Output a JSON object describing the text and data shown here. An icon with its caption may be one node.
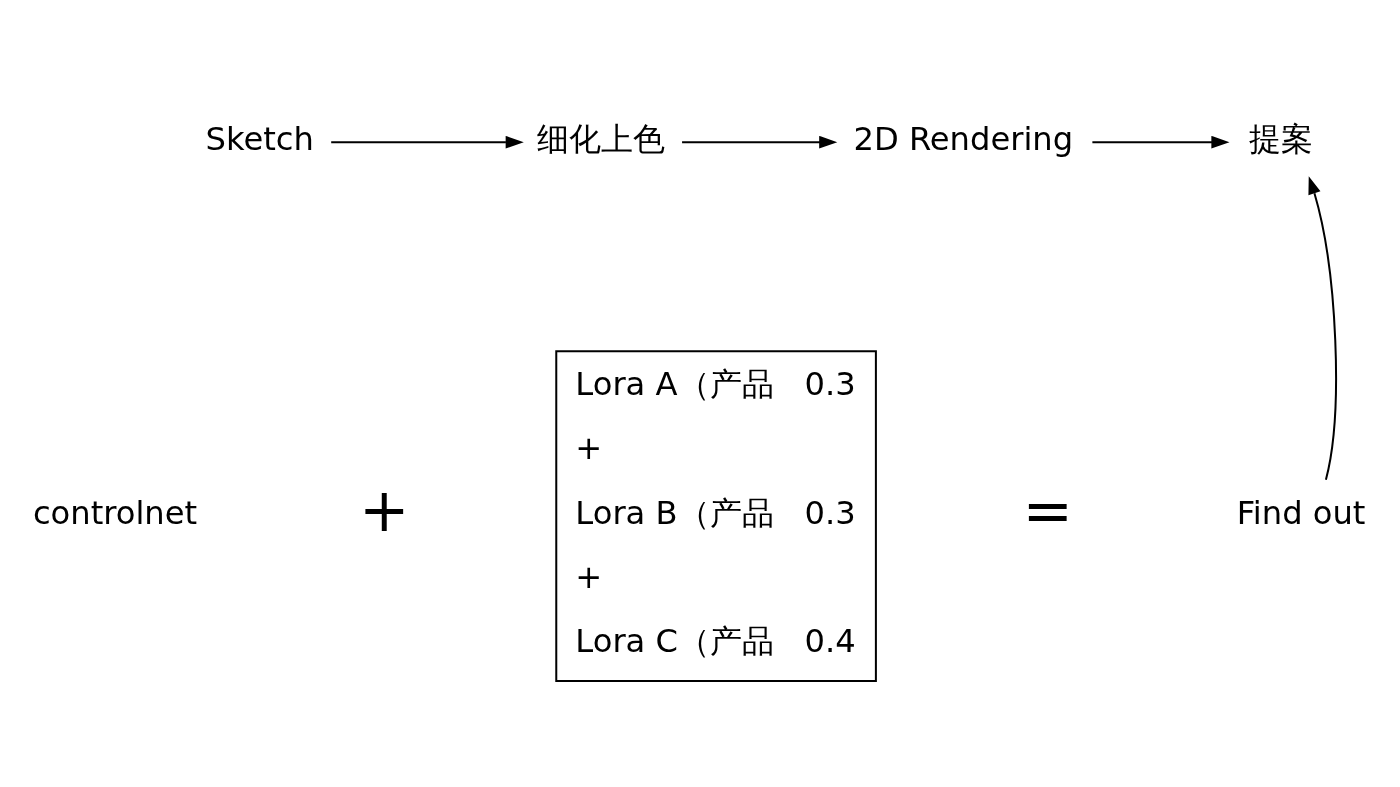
{
  "diagram": {
    "nodes": [
      {
        "text": [
          "Sketch"
        ]
      },
      {
        "text": [
          "细化上色"
        ]
      },
      {
        "text": [
          "2D Rendering"
        ]
      },
      {
        "text": [
          "提案"
        ]
      },
      {
        "text": [
          "Find out"
        ]
      },
      {
        "text": [
          "Lora A（产品",
          "0.3",
          "+",
          "Lora B（产品",
          "0.3",
          "+",
          "Lora C（产品",
          "0.4"
        ]
      }
    ],
    "edges": [
      {
        "from": 0,
        "to": 1,
        "arrow": "to"
      },
      {
        "from": 1,
        "to": 2,
        "arrow": "to"
      },
      {
        "from": 2,
        "to": 3,
        "arrow": "to"
      },
      {
        "from": 4,
        "to": 3,
        "arrow": "to"
      }
    ],
    "labels": [
      "controlnet",
      "+",
      "="
    ]
  }
}
